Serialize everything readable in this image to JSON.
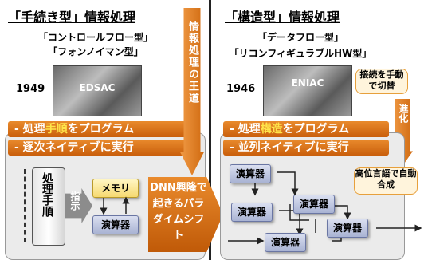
{
  "left": {
    "title": "「手続き型」情報処理",
    "sub1": "「コントロールフロー型」",
    "sub2": "「フォンノイマン型」",
    "year": "1949",
    "photo_label": "EDSAC",
    "band1_prefix": "- 処理",
    "band1_highlight": "手順",
    "band1_suffix": "をプログラム",
    "band2": "- 逐次ネイティブに実行",
    "scroll": "処理手順",
    "instruct": "指示",
    "memory": "メモリ",
    "alu": "演算器"
  },
  "middle": {
    "arrow_text": "情報処理の王道",
    "shift_text": "DNN興隆で起きるパラダイムシフト"
  },
  "right": {
    "title": "「構造型」情報処理",
    "sub1": "「データフロー型」",
    "sub2": "「リコンフィギュラブルHW型」",
    "year": "1946",
    "photo_label": "ENIAC",
    "callout_manual": "接続を手動で切替",
    "evolve": "進化",
    "band1_prefix": "- 処理",
    "band1_highlight": "構造",
    "band1_suffix": "をプログラム",
    "band2": "- 並列ネイティブに実行",
    "callout_auto": "高位言語で自動合成",
    "alu1": "演算器",
    "alu2": "演算器",
    "alu3": "演算器",
    "alu4": "演算器",
    "alu5": "演算器"
  },
  "colors": {
    "orange": "#e0781c",
    "highlight": "#ffe54a",
    "unit_blue": "#b7c0de",
    "memory_yellow": "#f6d970",
    "panel_gray": "#ebebeb"
  }
}
